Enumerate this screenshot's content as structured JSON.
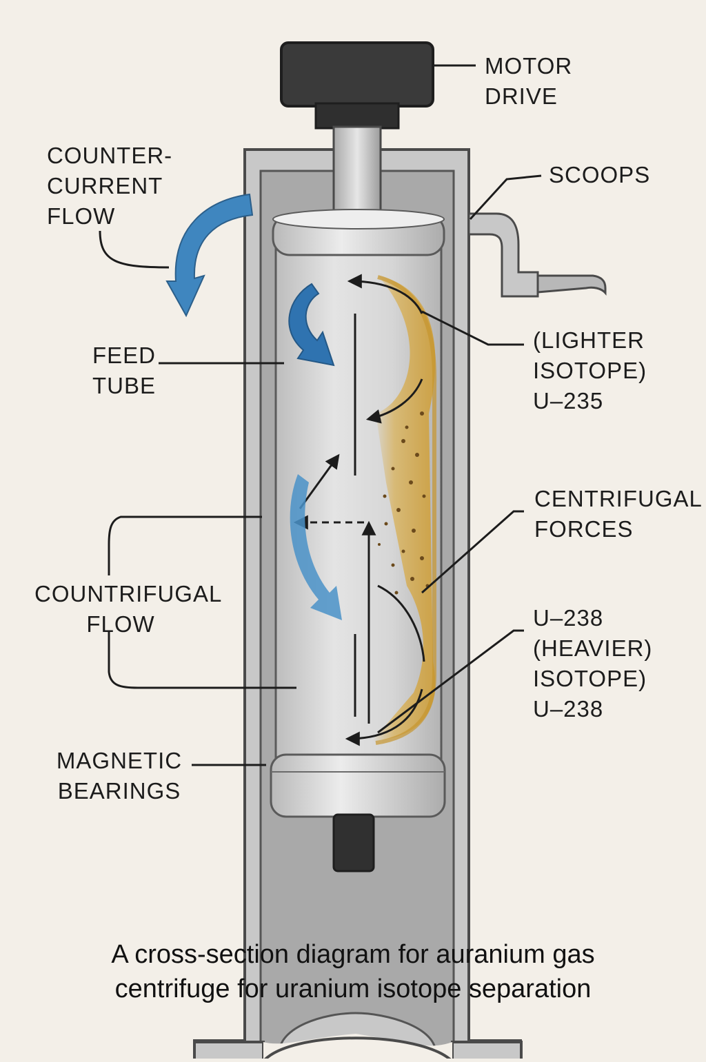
{
  "labels": {
    "motor_drive": [
      "MOTOR",
      "DRIVE"
    ],
    "counter_current_flow": [
      "COUNTER-",
      "CURRENT",
      "FLOW"
    ],
    "scoops": [
      "SCOOPS"
    ],
    "feed_tube": [
      "FEED",
      "TUBE"
    ],
    "lighter_isotope": [
      "(LIGHTER",
      "ISOTOPE)",
      "U–235"
    ],
    "centrifugal_forces": [
      "CENTRIFUGAL",
      "FORCES"
    ],
    "countrifugal_flow": [
      "COUNTRIFUGAL",
      "FLOW"
    ],
    "heavier_isotope": [
      "U–238",
      "(HEAVIER)",
      "ISOTOPE)",
      "U–238"
    ],
    "magnetic_bearings": [
      "MAGNETIC",
      "BEARINGS"
    ]
  },
  "caption": [
    "A cross-section diagram for auranium gas",
    "centrifuge for uranium isotope separation"
  ],
  "colors": {
    "background": "#f3efe8",
    "casing": "#c9c9c9",
    "rotor": "#dcdcdc",
    "motor": "#3a3a3a",
    "flow_blue": "#3f86bf",
    "isotope_gold": "#d9ad4a",
    "leader_line": "#1c1c1c"
  }
}
